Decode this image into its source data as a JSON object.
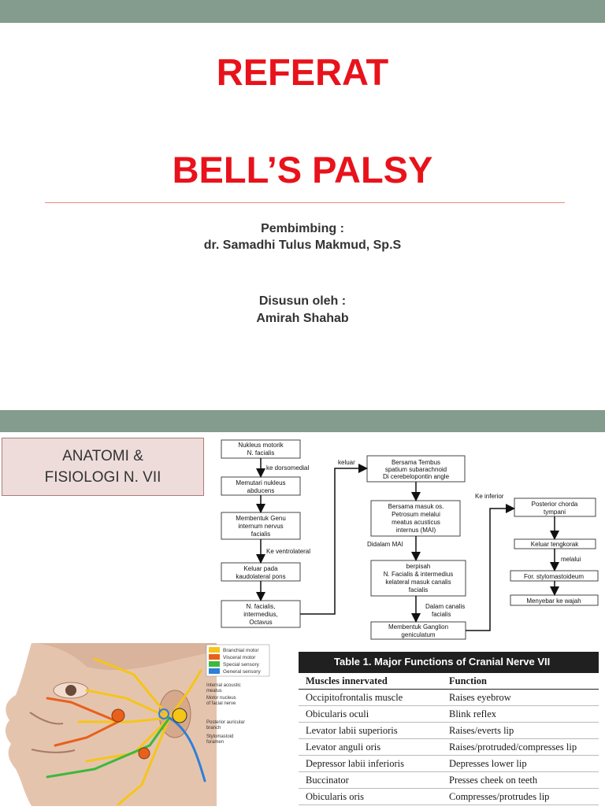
{
  "slide1": {
    "title_line1": "REFERAT",
    "title_line2": "BELL’S PALSY",
    "pembimbing_label": "Pembimbing :",
    "pembimbing_name": "dr. Samadhi Tulus Makmud, Sp.S",
    "disusun_label": "Disusun oleh :",
    "disusun_name": "Amirah Shahab"
  },
  "slide2": {
    "section_title_line1": "ANATOMI &",
    "section_title_line2": "FISIOLOGI N. VII",
    "flowchart": {
      "box_nukleus_1": "Nukleus motorik",
      "box_nukleus_2": "N. facialis",
      "edge_dorsomedial": "ke dorsomedial",
      "box_memutari_1": "Memutari nukleus",
      "box_memutari_2": "abducens",
      "box_genu_1": "Membentuk Genu",
      "box_genu_2": "internum nervus",
      "box_genu_3": "facialis",
      "edge_ventrolateral": "Ke ventrolateral",
      "box_keluar_1": "Keluar pada",
      "box_keluar_2": "kaudolateral pons",
      "box_nfacialis_1": "N. facialis,",
      "box_nfacialis_2": "intermedius,",
      "box_nfacialis_3": "Octavus",
      "edge_keluar": "keluar",
      "box_tembus_1": "Bersama Tembus",
      "box_tembus_2": "spatium subarachnoid",
      "box_tembus_3": "Di cerebelopontin angle",
      "box_masuk_1": "Bersama masuk os.",
      "box_masuk_2": "Petrosum melalui",
      "box_masuk_3": "meatus acusticus",
      "box_masuk_4": "internus (MAI)",
      "edge_didalam": "Didalam MAI",
      "box_berpisah_1": "berpisah",
      "box_berpisah_2": "N. Facialis & intermedius",
      "box_berpisah_3": "kelateral masuk canalis",
      "box_berpisah_4": "facialis",
      "edge_canalis_1": "Dalam canalis",
      "edge_canalis_2": "facialis",
      "box_ganglion_1": "Membentuk Ganglion",
      "box_ganglion_2": "geniculatum",
      "edge_inferior": "Ke inferior",
      "box_chorda_1": "Posterior chorda",
      "box_chorda_2": "tympani",
      "box_tengkorak": "Keluar tengkorak",
      "edge_melalui": "melalui",
      "box_stylo": "For. stylomastoideum",
      "box_wajah": "Menyebar ke wajah"
    },
    "figure_legend": {
      "branchial_motor": "Branchial motor",
      "visceral_motor": "Visceral motor",
      "special_sensory": "Special sensory",
      "general_sensory": "General sensory",
      "label_meatus_1": "Internal acoustic",
      "label_meatus_2": "meatus",
      "label_motor_1": "Motor nucleus",
      "label_motor_2": "of facial nerve",
      "label_post_1": "Posterior auricular",
      "label_post_2": "branch",
      "label_stylo_1": "Stylomastoid",
      "label_stylo_2": "foramen",
      "colors": {
        "branchial_motor": "#f5c518",
        "visceral_motor": "#e8601c",
        "special_sensory": "#3cb83c",
        "general_sensory": "#2e7fd6"
      }
    },
    "table": {
      "title": "Table 1. Major Functions of Cranial Nerve VII",
      "col_muscles": "Muscles innervated",
      "col_function": "Function",
      "rows": [
        {
          "muscle": "Occipitofrontalis muscle",
          "function": "Raises eyebrow"
        },
        {
          "muscle": "Obicularis oculi",
          "function": "Blink reflex"
        },
        {
          "muscle": "Levator labii superioris",
          "function": "Raises/everts lip"
        },
        {
          "muscle": "Levator anguli oris",
          "function": "Raises/protruded/compresses lip"
        },
        {
          "muscle": "Depressor labii inferioris",
          "function": "Depresses lower lip"
        },
        {
          "muscle": "Buccinator",
          "function": "Presses cheek on teeth"
        },
        {
          "muscle": "Obicularis oris",
          "function": "Compresses/protrudes lip"
        }
      ]
    }
  }
}
